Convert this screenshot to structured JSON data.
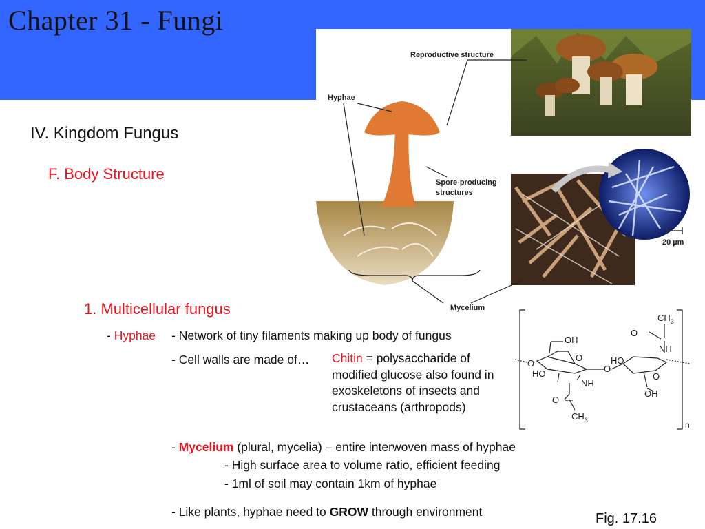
{
  "header": {
    "title": "Chapter 31 - Fungi",
    "color": "#3366ff"
  },
  "heading": "IV. Kingdom Fungus",
  "subheading": "F. Body Structure",
  "section": "1. Multicellular fungus",
  "hyphae": {
    "dash": "- ",
    "term": "Hyphae",
    "definition": "- Network of tiny filaments making up body of fungus"
  },
  "cell_walls": {
    "lead": "- Cell walls are made of…",
    "term": "Chitin",
    "definition": " = polysaccharide of modified glucose also found in exoskeletons of insects and crustaceans (arthropods)"
  },
  "mycelium": {
    "dash": "- ",
    "term": "Mycelium",
    "definition": " (plural, mycelia) – entire interwoven mass of hyphae",
    "points": [
      "- High surface area to volume ratio, efficient feeding",
      "- 1ml of soil may contain 1km of hyphae"
    ]
  },
  "grow": {
    "pre": "- Like plants, hyphae need to ",
    "emph": "GROW",
    "post": " through environment"
  },
  "figure_caption": "Fig. 17.16",
  "diagram": {
    "label_reproductive": "Reproductive structure",
    "label_hyphae": "Hyphae",
    "label_spore_1": "Spore-producing",
    "label_spore_2": "structures",
    "label_mycelium": "Mycelium",
    "scale_bar": "20 µm"
  },
  "chitin_structure": {
    "ch3_top": "CH",
    "sub3": "3",
    "o_top": "O",
    "nh_right": "NH",
    "oh_top": "OH",
    "o_ring1": "O",
    "o_left": "O",
    "ho_left": "HO",
    "nh_mid": "NH",
    "o_link": "O",
    "ho_mid": "HO",
    "o_ring2": "O",
    "oh_bottom": "OH",
    "o_bottom": "O",
    "ch3_bottom": "CH",
    "n_sub": "n"
  },
  "colors": {
    "accent_red": "#e8141e",
    "header_blue": "#3366ff"
  }
}
